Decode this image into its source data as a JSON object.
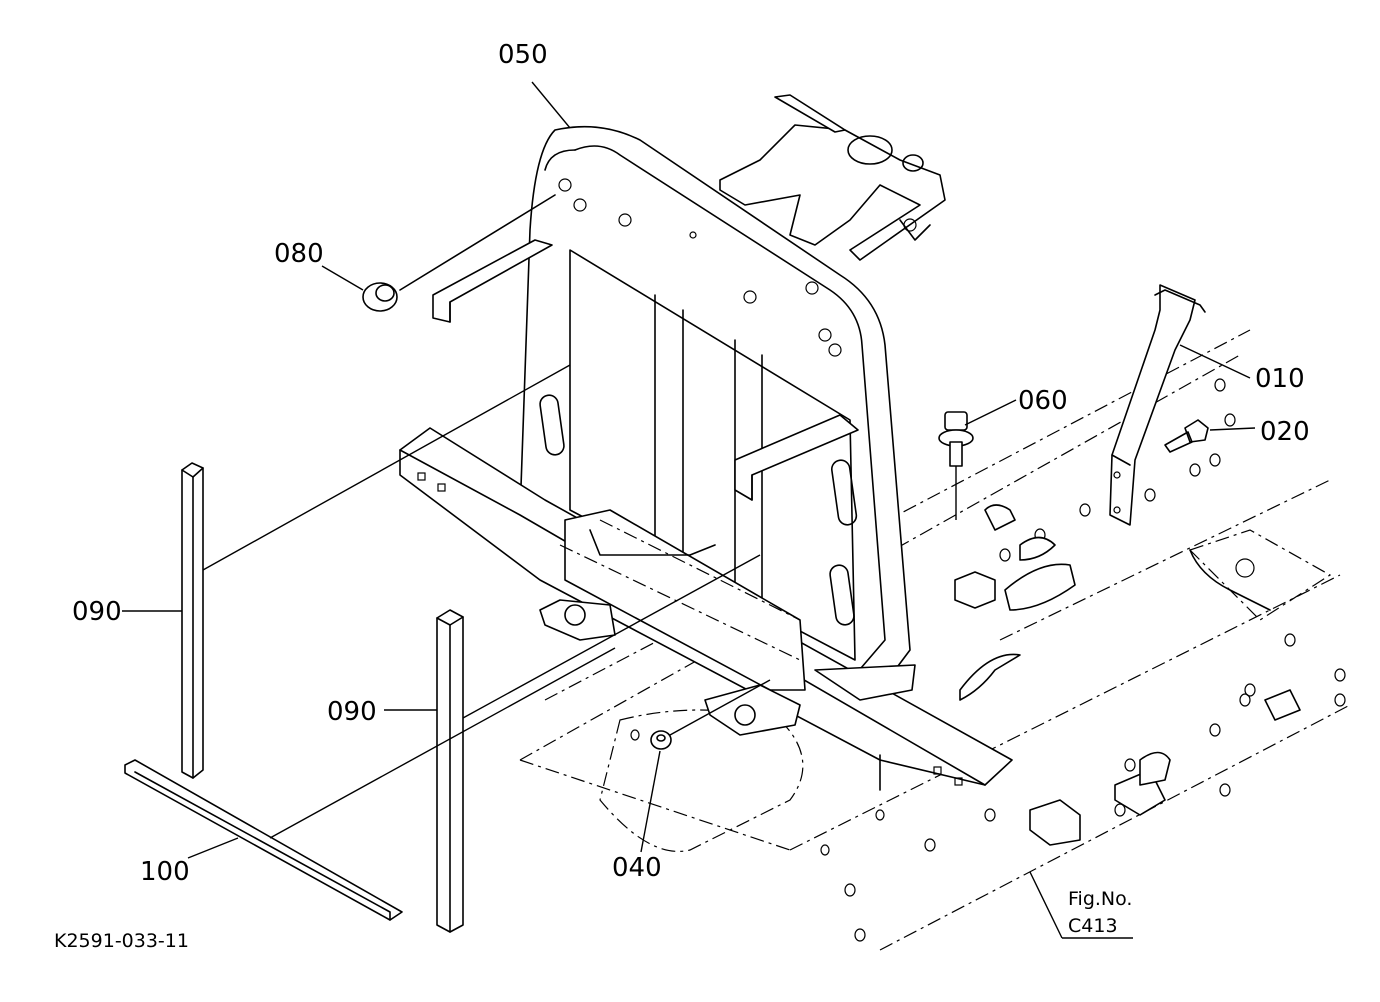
{
  "callouts": {
    "p010": "010",
    "p020": "020",
    "p040": "040",
    "p050": "050",
    "p060": "060",
    "p080": "080",
    "p090a": "090",
    "p090b": "090",
    "p100": "100"
  },
  "figure_ref": {
    "line1": "Fig.No.",
    "line2": "C413"
  },
  "drawing_id": "K2591-033-11"
}
